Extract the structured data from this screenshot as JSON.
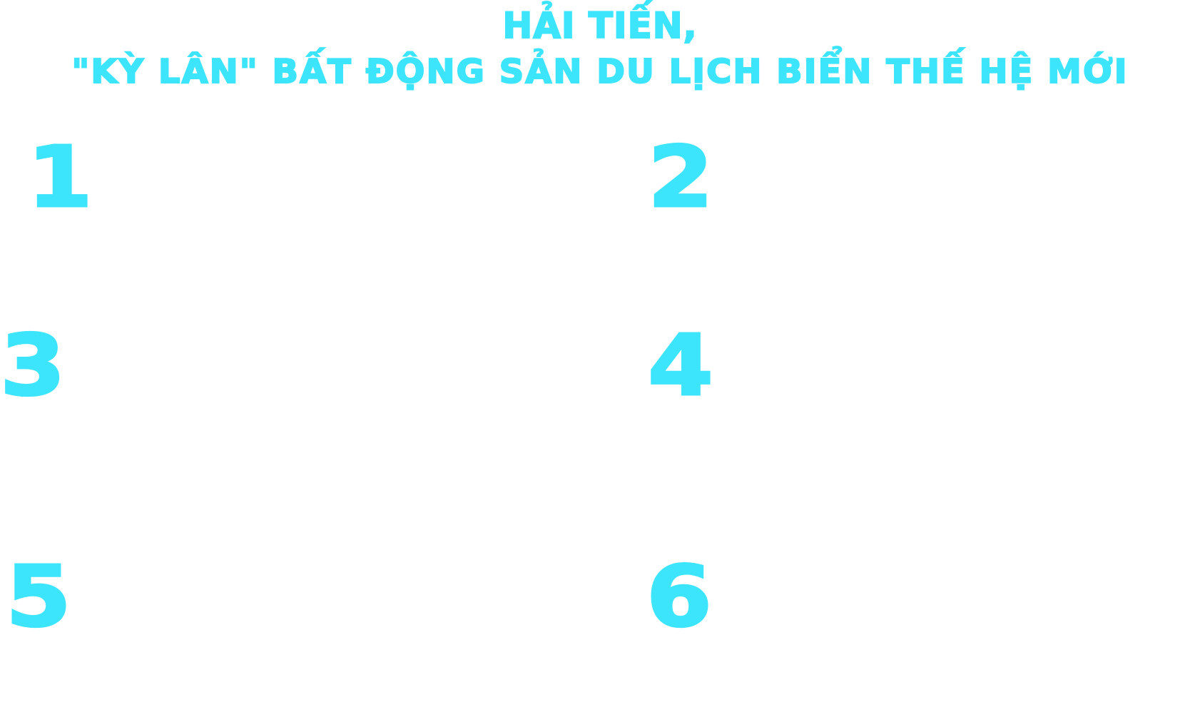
{
  "header": {
    "line1": "HẢI TIẾN,",
    "line2": "\"KỲ LÂN\" BẤT ĐỘNG SẢN DU LỊCH BIỂN THẾ HỆ MỚI"
  },
  "sections": [
    {
      "number": "1"
    },
    {
      "number": "2"
    },
    {
      "number": "3"
    },
    {
      "number": "4"
    },
    {
      "number": "5"
    },
    {
      "number": "6"
    }
  ],
  "colors": {
    "accent": "#3ce4fc",
    "background": "#ffffff"
  }
}
